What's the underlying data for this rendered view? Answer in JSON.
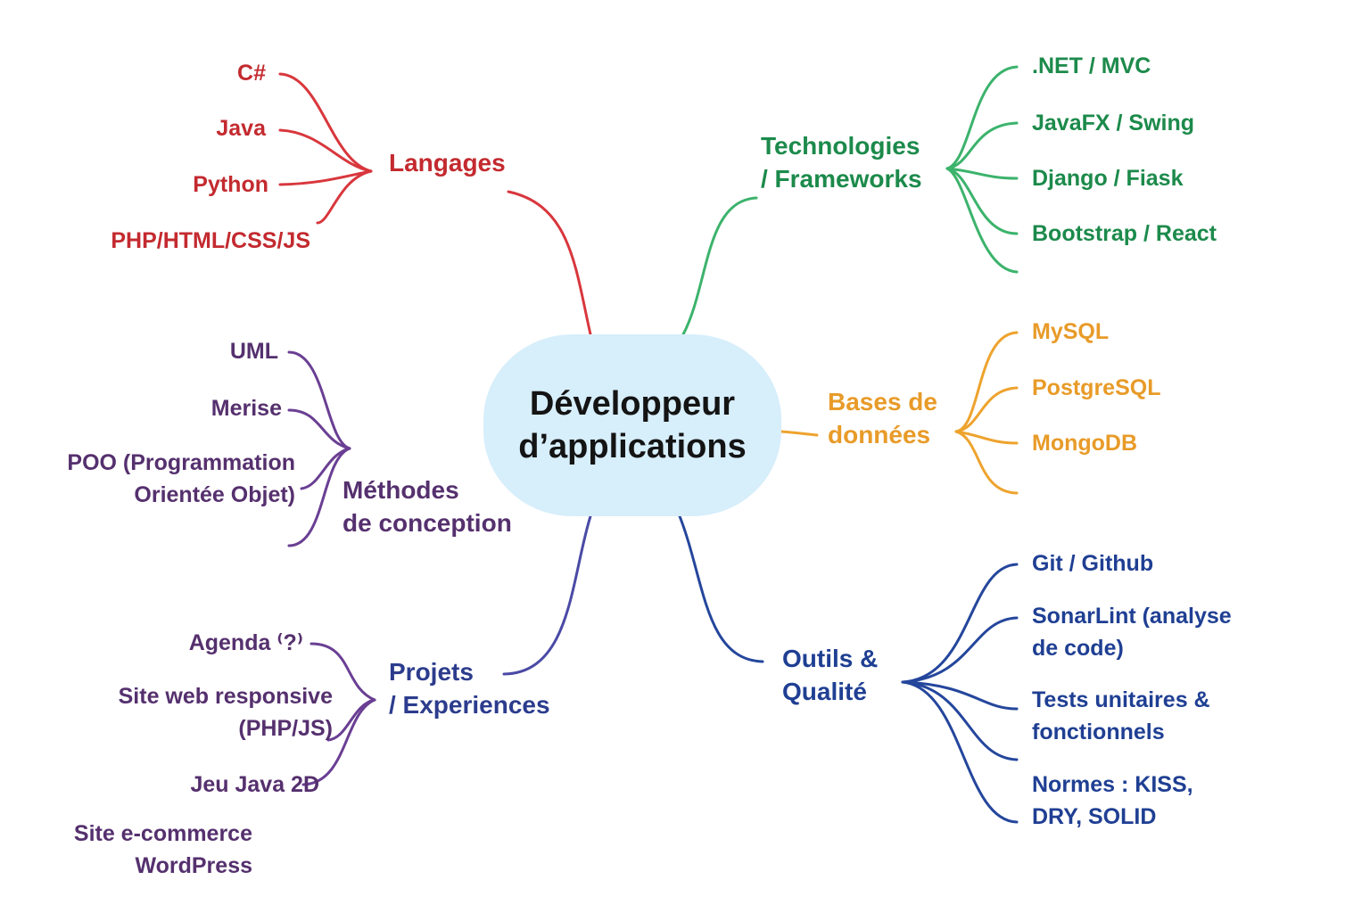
{
  "center": {
    "label": "Développeur\nd’applications"
  },
  "branches": {
    "langages": {
      "label": "Langages",
      "color": "#d8373d",
      "items": [
        "C#",
        "Java",
        "Python",
        "PHP/HTML/CSS/JS"
      ]
    },
    "methodes": {
      "label": "Méthodes\nde conception",
      "color": "#6a3f93",
      "items": [
        "UML",
        "Merise",
        "POO  (Programmation\nOrientée Objet)"
      ]
    },
    "projets": {
      "label": "Projets\n/ Experiences",
      "color": "#4a4aa6",
      "items": [
        "Agenda ⁽?⁾",
        "Site web responsive\n(PHP/JS)",
        "Jeu Java 2D",
        "Site e-commerce\nWordPress"
      ]
    },
    "technologies": {
      "label": "Technologies\n/ Frameworks",
      "color": "#3cb36c",
      "items": [
        ".NET / MVC",
        "JavaFX / Swing",
        "Django / Fiask",
        "Bootstrap / React"
      ]
    },
    "bases": {
      "label": "Bases de\ndonnées",
      "color": "#eea32d",
      "items": [
        "MySQL",
        "PostgreSQL",
        "MongoDB"
      ]
    },
    "outils": {
      "label": "Outils &\nQualité",
      "color": "#24469c",
      "items": [
        "Git / Github",
        "SonarLint (analyse\nde code)",
        "Tests unitaires &\nfonctionnels",
        "Normes : KISS,\nDRY, SOLID"
      ]
    }
  }
}
